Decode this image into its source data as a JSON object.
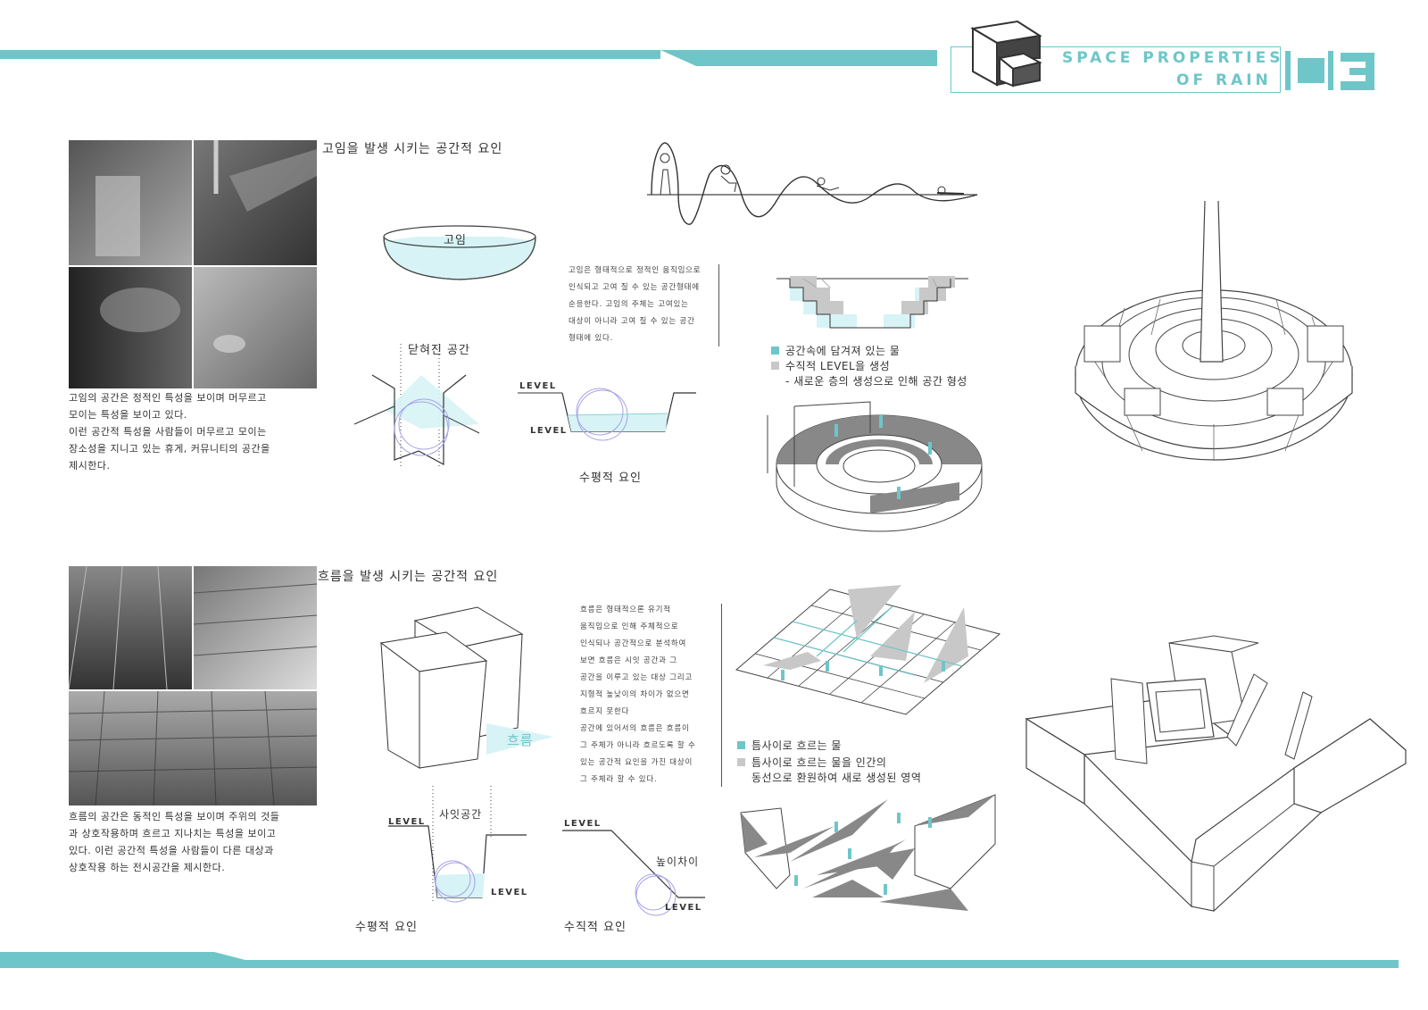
{
  "header": {
    "title_line1": "SPACE PROPERTIES",
    "title_line2": "OF RAIN",
    "page_number": "03",
    "accent_color": "#6ec6c9"
  },
  "section_puddle": {
    "heading": "고임을 발생 시키는 공간적 요인",
    "description": [
      "고임의 공간은 정적인 특성을 보이며 머무르고",
      "모이는 특성을 보이고 있다.",
      "이런 공간적 특성을 사람들이 머무르고 모이는",
      "장소성을 지니고 있는 휴게, 커뮤니티의 공간을",
      "제시한다."
    ],
    "bowl_label": "고임",
    "closed_space_label": "닫혀진 공간",
    "horizontal_label": "수평적 요인",
    "level_top": "LEVEL",
    "level_bottom": "LEVEL",
    "note": [
      "고임은 형태적으로 정적인 움직임으로",
      "인식되고 고여 질 수 있는 공간형태에",
      "순응한다. 고임의 주체는 고여있는",
      "대상이 아니라 고여 질 수 있는 공간",
      "형태에 있다."
    ],
    "legend": [
      {
        "text": "공간속에 담겨져 있는 물",
        "color": "#6ec6c9"
      },
      {
        "text": "수직적 LEVEL을 생성",
        "color": "#c8c8c8"
      },
      {
        "text": "- 새로운 층의 생성으로 인해 공간 형성",
        "color": null
      }
    ]
  },
  "section_flow": {
    "heading": "흐름을 발생 시키는 공간적 요인",
    "description": [
      "흐름의 공간은  동적인 특성을 보이며 주위의 것들",
      "과 상호작용하며  흐르고 지나치는 특성을 보이고",
      "있다. 이런 공간적 특성을 사람들이 다른 대상과",
      "상호작용 하는 전시공간을 제시한다."
    ],
    "flow_label": "흐름",
    "gap_label": "사잇공간",
    "height_diff_label": "높이차이",
    "horizontal_label": "수평적 요인",
    "vertical_label": "수직적 요인",
    "level_a": "LEVEL",
    "level_b": "LEVEL",
    "level_c": "LEVEL",
    "level_d": "LEVEL",
    "note": [
      "흐름은 형태적으론 유기적",
      "움직임으로 인해 주체적으로",
      "인식되나 공간적으로 분석하여",
      "보면 흐름은 시잇 공간과 그",
      "공간을 이루고 있는 대상 그리고",
      "지형적 높낮이의 차이가 없으면",
      "흐르지 못한다",
      "공간에 있어서의 흐름은 흐름이",
      "그 주체가 아니라 흐르도록 할 수",
      "있는 공간적 요인을 가진 대상이",
      "그 주체라 할 수 있다."
    ],
    "legend": [
      {
        "text": "틈사이로 흐르는 물",
        "color": "#6ec6c9"
      },
      {
        "text": "틈사이로 흐르는 물을 인간의",
        "color": "#c8c8c8"
      },
      {
        "text": "동선으로 환원하여 새로 생성된 영역",
        "color": null
      }
    ]
  }
}
